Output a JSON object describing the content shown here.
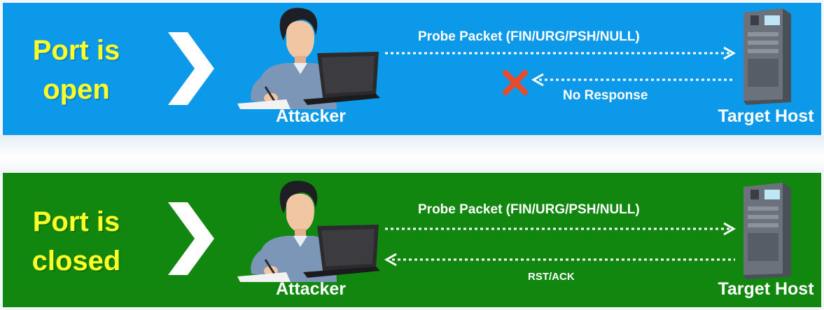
{
  "open_scenario": {
    "state_line1": "Port is",
    "state_line2": "open",
    "attacker_label": "Attacker",
    "target_label": "Target Host",
    "probe_label": "Probe Packet (FIN/URG/PSH/NULL)",
    "response_label": "No Response"
  },
  "closed_scenario": {
    "state_line1": "Port is",
    "state_line2": "closed",
    "attacker_label": "Attacker",
    "target_label": "Target Host",
    "probe_label": "Probe Packet (FIN/URG/PSH/NULL)",
    "response_label": "RST/ACK"
  },
  "colors": {
    "open_panel": "#0d99ea",
    "closed_panel": "#11870f",
    "state_text": "#ffff28",
    "label_text": "#ffffff",
    "blocked_mark": "#e84a2a"
  },
  "icons": [
    "chevron-right-icon",
    "attacker-figure-icon",
    "server-tower-icon",
    "blocked-x-icon"
  ]
}
